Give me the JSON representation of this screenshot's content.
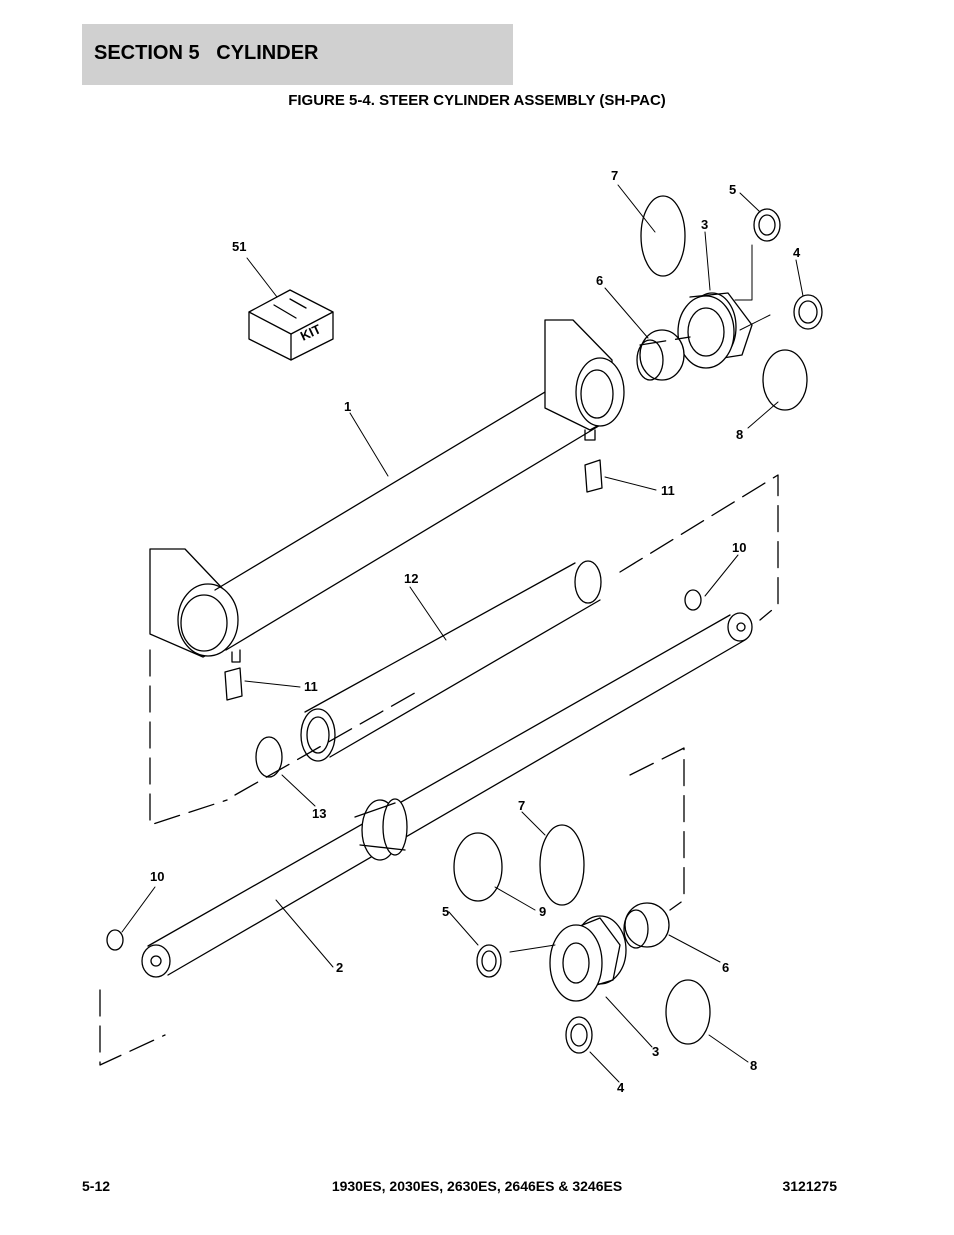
{
  "header": {
    "section_number": "SECTION 5",
    "section_title": "CYLINDER"
  },
  "figure": {
    "title": "FIGURE 5-4. STEER CYLINDER ASSEMBLY (SH-PAC)",
    "kit_label": "KIT",
    "callouts": {
      "c7a": "7",
      "c5a": "5",
      "c3a": "3",
      "c4a": "4",
      "c51": "51",
      "c6a": "6",
      "c8a": "8",
      "c1": "1",
      "c11a": "11",
      "c10a": "10",
      "c12": "12",
      "c11b": "11",
      "c13": "13",
      "c7b": "7",
      "c10b": "10",
      "c9": "9",
      "c5b": "5",
      "c2": "2",
      "c6b": "6",
      "c3b": "3",
      "c8b": "8",
      "c4b": "4"
    }
  },
  "footer": {
    "page_number": "5-12",
    "models": "1930ES, 2030ES, 2630ES, 2646ES & 3246ES",
    "document_number": "3121275"
  }
}
